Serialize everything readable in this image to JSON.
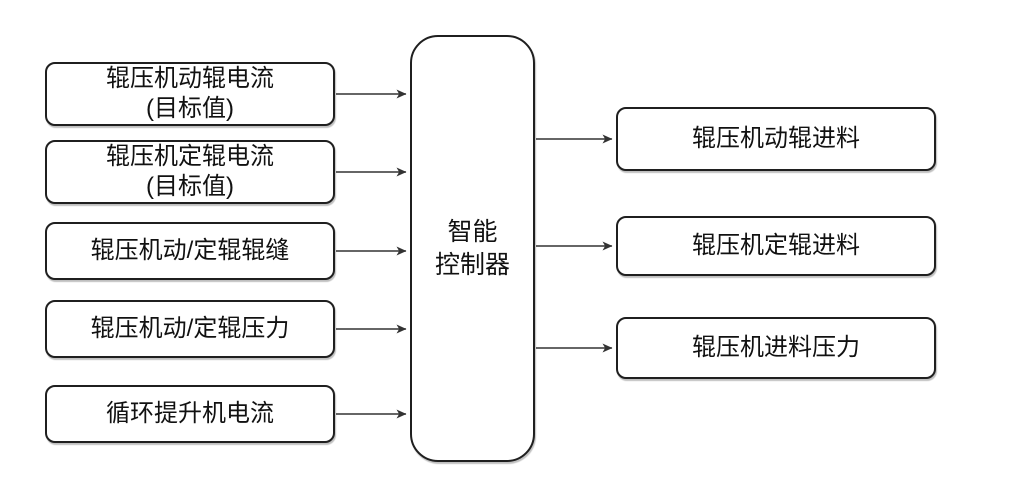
{
  "diagram": {
    "controller": {
      "lines": [
        "智能",
        "控制器"
      ]
    },
    "inputs": [
      {
        "id": "input-moving-roller-current-target",
        "lines": [
          "辊压机动辊电流",
          "(目标值)"
        ]
      },
      {
        "id": "input-fixed-roller-current-target",
        "lines": [
          "辊压机定辊电流",
          "(目标值)"
        ]
      },
      {
        "id": "input-roller-gap",
        "lines": [
          "辊压机动/定辊辊缝"
        ]
      },
      {
        "id": "input-roller-pressure",
        "lines": [
          "辊压机动/定辊压力"
        ]
      },
      {
        "id": "input-elevator-current",
        "lines": [
          "循环提升机电流"
        ]
      }
    ],
    "outputs": [
      {
        "id": "output-moving-roller-feed",
        "lines": [
          "辊压机动辊进料"
        ]
      },
      {
        "id": "output-fixed-roller-feed",
        "lines": [
          "辊压机定辊进料"
        ]
      },
      {
        "id": "output-feed-pressure",
        "lines": [
          "辊压机进料压力"
        ]
      }
    ],
    "edges": [
      {
        "from": "input-moving-roller-current-target",
        "to": "controller"
      },
      {
        "from": "input-fixed-roller-current-target",
        "to": "controller"
      },
      {
        "from": "input-roller-gap",
        "to": "controller"
      },
      {
        "from": "input-roller-pressure",
        "to": "controller"
      },
      {
        "from": "input-elevator-current",
        "to": "controller"
      },
      {
        "from": "controller",
        "to": "output-moving-roller-feed"
      },
      {
        "from": "controller",
        "to": "output-fixed-roller-feed"
      },
      {
        "from": "controller",
        "to": "output-feed-pressure"
      }
    ],
    "colors": {
      "box_border": "#1f1f1f",
      "arrow": "#333333",
      "background": "#ffffff",
      "text": "#111111"
    }
  }
}
